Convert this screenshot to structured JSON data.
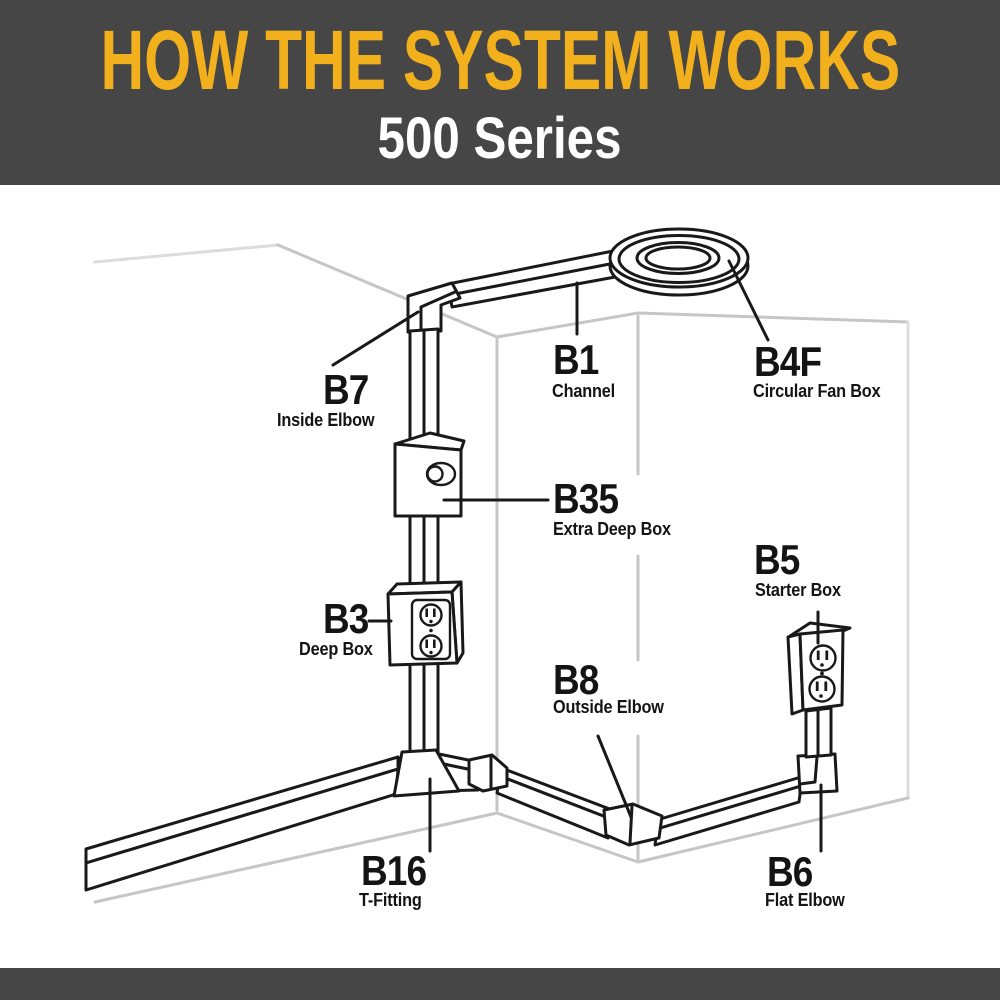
{
  "header": {
    "title": "HOW THE SYSTEM WORKS",
    "subtitle": "500 Series"
  },
  "colors": {
    "banner_bg": "#464646",
    "accent_yellow": "#F3B01D",
    "subtitle_white": "#FFFFFF",
    "line_ink": "#191919",
    "room_gray": "#C6C6C6"
  },
  "diagram": {
    "description": "Cutaway room corner showing raceway channel routing from a ceiling fan box down the wall and along the baseboard",
    "parts": [
      {
        "code": "B7",
        "name": "Inside Elbow"
      },
      {
        "code": "B1",
        "name": "Channel"
      },
      {
        "code": "B4F",
        "name": "Circular Fan Box"
      },
      {
        "code": "B35",
        "name": "Extra Deep Box"
      },
      {
        "code": "B3",
        "name": "Deep Box"
      },
      {
        "code": "B5",
        "name": "Starter Box"
      },
      {
        "code": "B8",
        "name": "Outside Elbow"
      },
      {
        "code": "B16",
        "name": "T-Fitting"
      },
      {
        "code": "B6",
        "name": "Flat Elbow"
      }
    ]
  }
}
